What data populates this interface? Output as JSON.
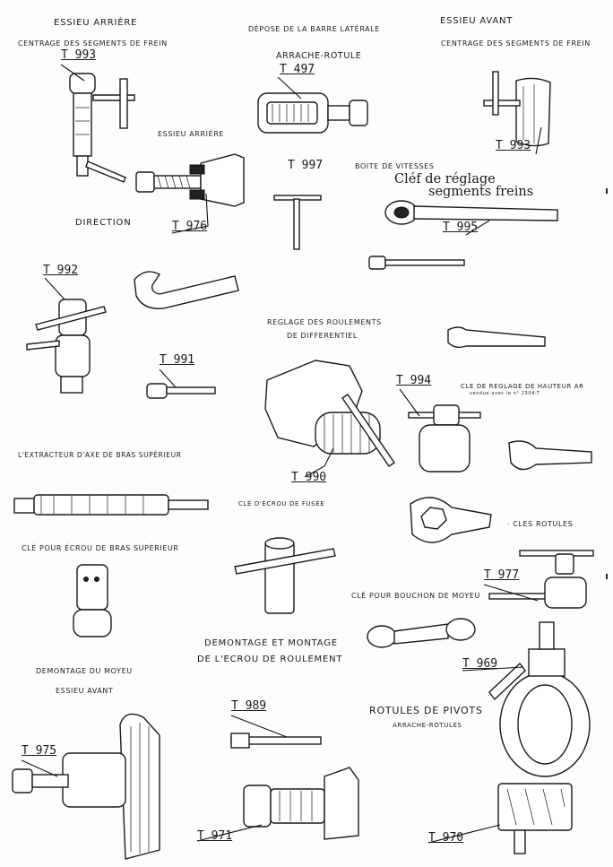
{
  "headings": {
    "essieu_arriere": "ESSIEU ARRIÈRE",
    "depose_barre": "DÉPOSE DE LA BARRE LATÉRALE",
    "essieu_avant": "ESSIEU AVANT",
    "centrage_left": "CENTRAGE DES SEGMENTS DE FREIN",
    "arrache_rotule": "ARRACHE-ROTULE",
    "centrage_right": "CENTRAGE DES SEGMENTS DE FREIN",
    "essieu_arriere_2": "ESSIEU ARRIÈRE",
    "boite": "BOITE DE VITESSES",
    "cle_reglage_1": "Cléf de réglage",
    "cle_reglage_2": "segments freins",
    "direction": "DIRECTION",
    "reglage_roulements_1": "REGLAGE DES ROULEMENTS",
    "reglage_roulements_2": "DE DIFFERENTIEL",
    "cle_hauteur_1": "CLE DE REGLAGE DE HAUTEUR AR",
    "cle_hauteur_2": "vendue avec le n° 2304-T",
    "extracteur": "L'EXTRACTEUR D'AXE DE BRAS SUPÉRIEUR",
    "cle_ecrou_fusee": "CLÉ D'ÉCROU DE FUSÉE",
    "cles_rotules": "· CLES ROTULES",
    "cle_bras_superieur": "CLÉ POUR ÉCROU DE BRAS SUPÉRIEUR",
    "cle_bouchon": "CLÉ POUR BOUCHON DE MOYEU",
    "demontage_ecrou_1": "DEMONTAGE ET MONTAGE",
    "demontage_ecrou_2": "DE L'ECROU DE ROULEMENT",
    "demontage_moyeu": "DEMONTAGE DU MOYEU",
    "essieu_avant_2": "ESSIEU AVANT",
    "rotules_pivots": "ROTULES DE PIVOTS",
    "arrache_rotules": "ARRACHE-ROTULES"
  },
  "refs": {
    "t993a": "T 993",
    "t497": "T 497",
    "t993b": "T 993",
    "t997": "T 997",
    "t976": "T 976",
    "t995": "T 995",
    "t992": "T 992",
    "t991": "T 991",
    "t994": "T 994",
    "t990": "T 990",
    "t977": "T 977",
    "t969": "T 969",
    "t989": "T 989",
    "t975": "T 975",
    "t971": "T 971",
    "t970": "T 970"
  }
}
